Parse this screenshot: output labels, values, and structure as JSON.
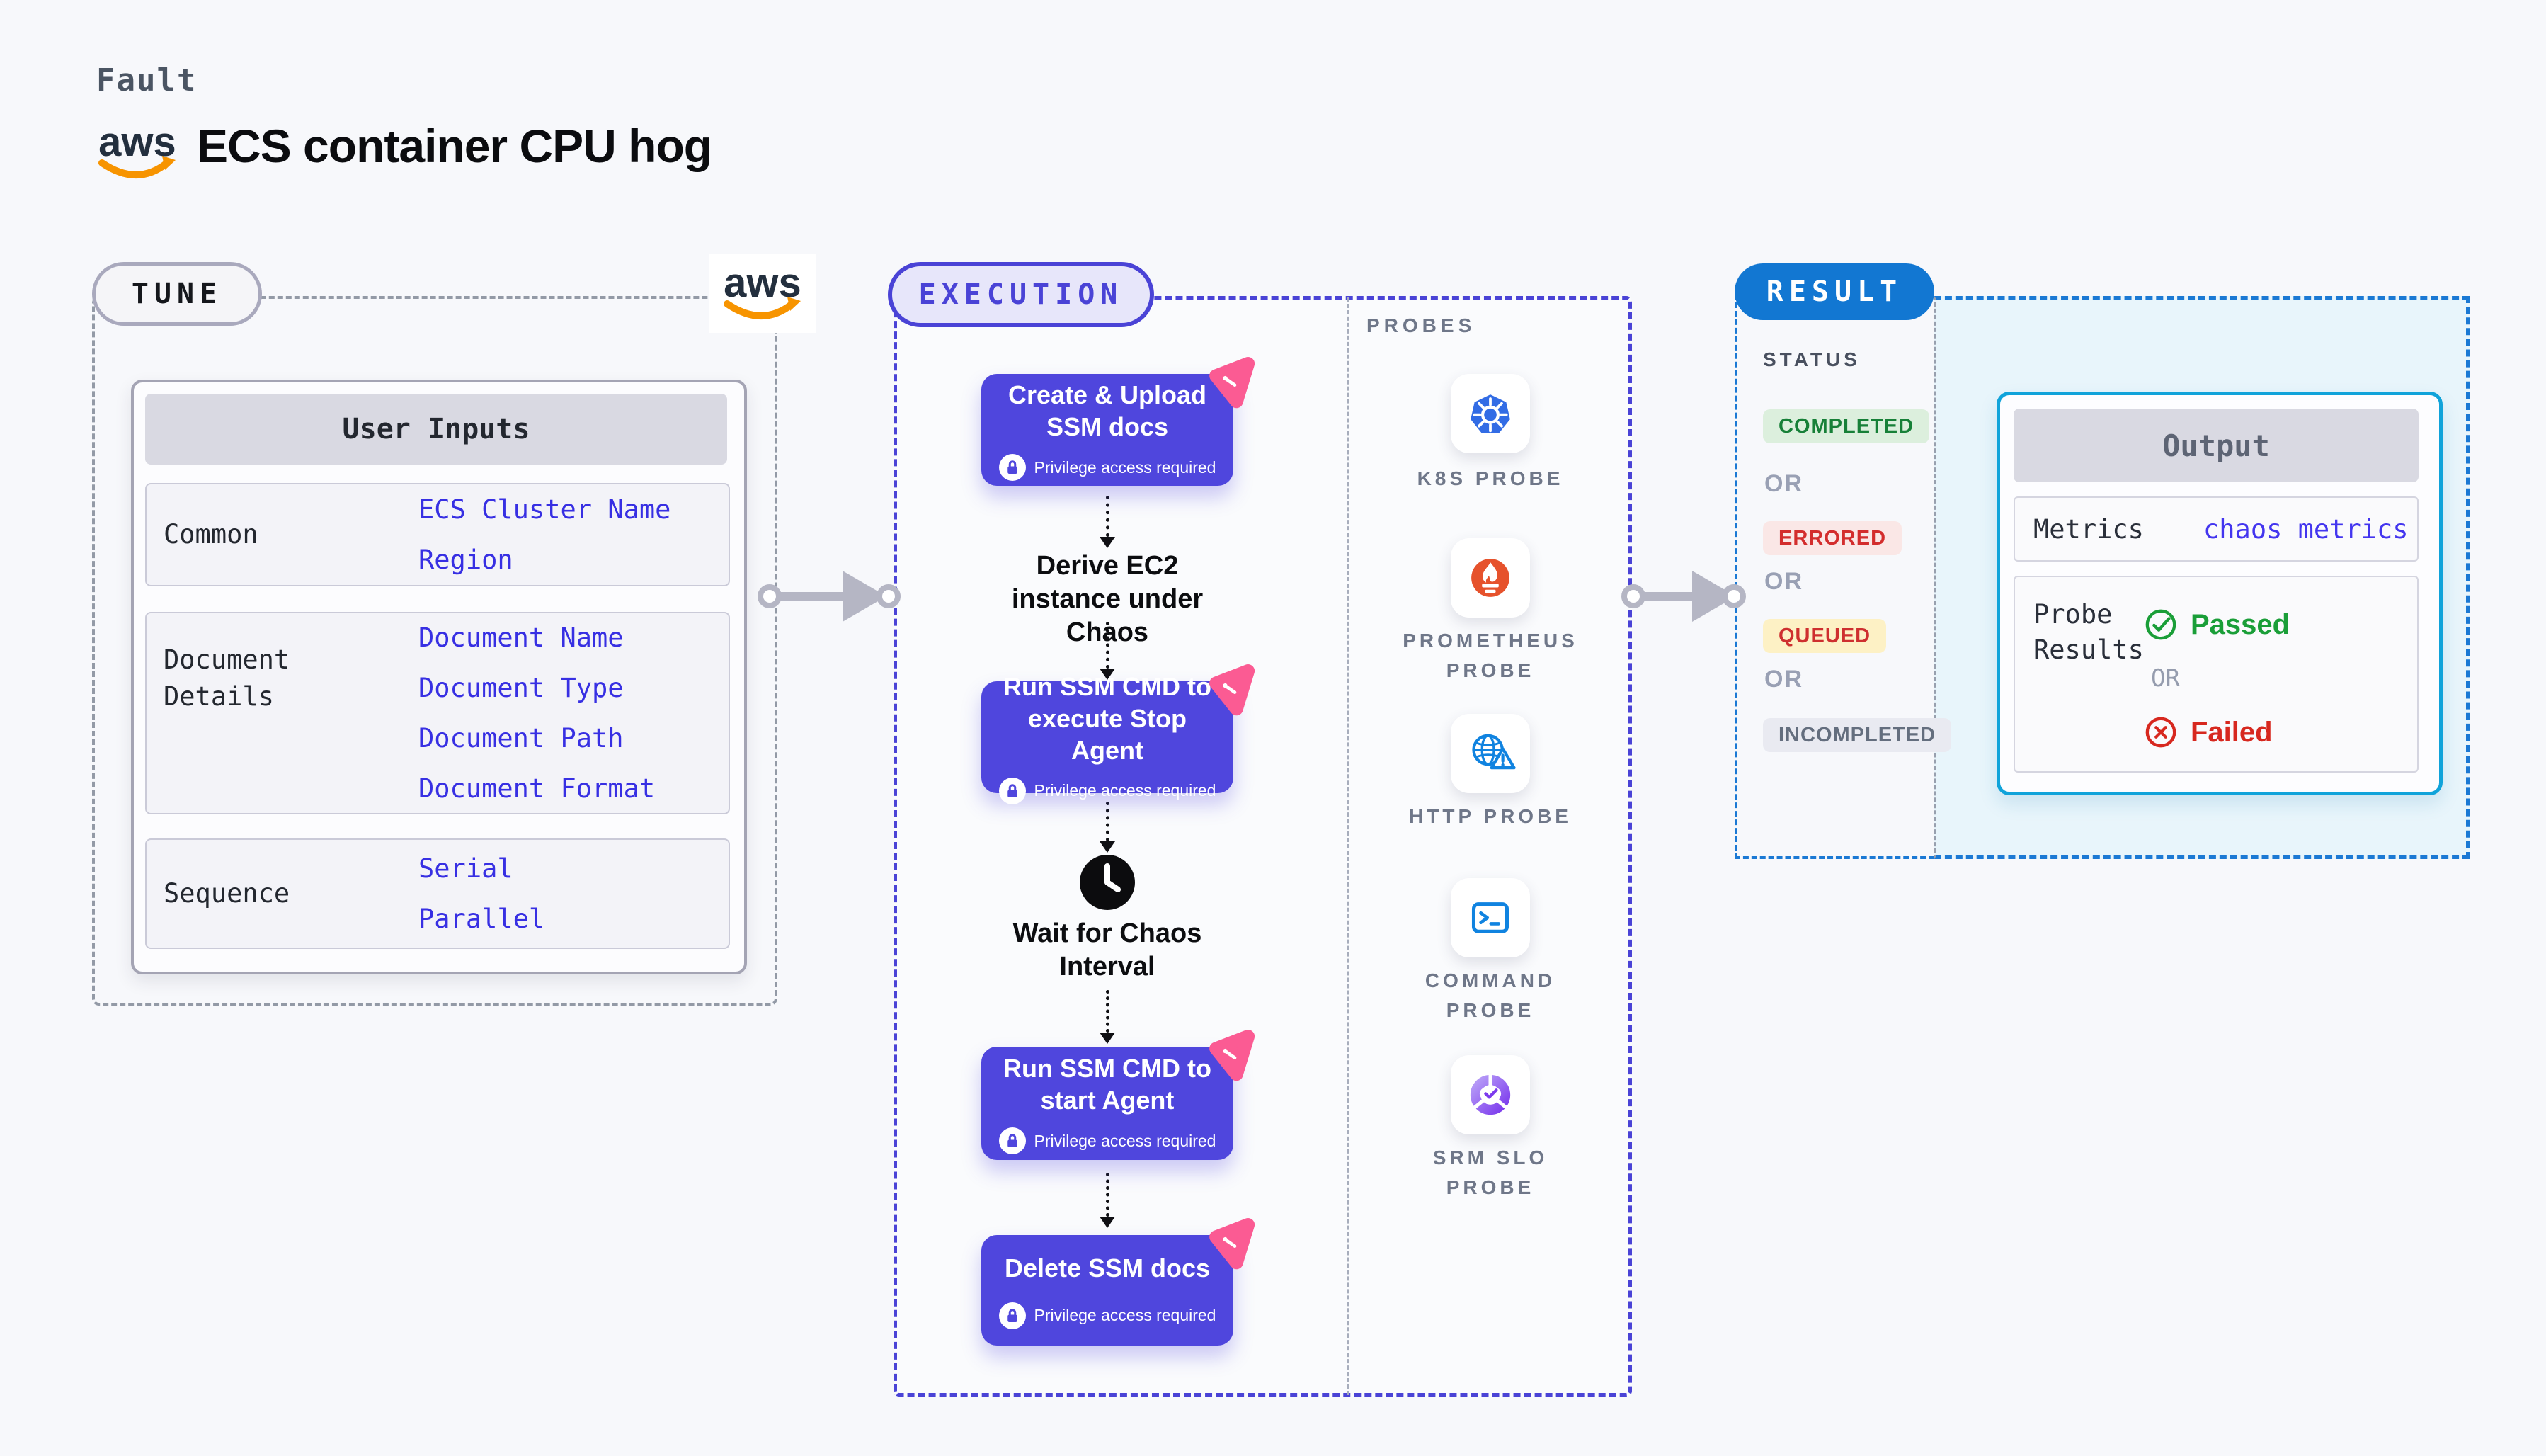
{
  "header": {
    "kicker": "Fault",
    "title": "ECS container CPU hog",
    "logo": "aws"
  },
  "tune": {
    "label": "TUNE",
    "card": {
      "title": "User Inputs",
      "rows": [
        {
          "label": "Common",
          "values": [
            "ECS Cluster Name",
            "Region"
          ]
        },
        {
          "label": "Document Details",
          "values": [
            "Document Name",
            "Document Type",
            "Document Path",
            "Document Format"
          ]
        },
        {
          "label": "Sequence",
          "values": [
            "Serial",
            "Parallel"
          ]
        }
      ]
    }
  },
  "execution": {
    "label": "EXECUTION",
    "privilege_label": "Privilege access required",
    "steps": [
      {
        "type": "action",
        "title": "Create & Upload SSM docs"
      },
      {
        "type": "text",
        "title": "Derive EC2 instance under Chaos"
      },
      {
        "type": "action",
        "title": "Run SSM CMD to execute Stop Agent"
      },
      {
        "type": "wait",
        "title": "Wait for Chaos Interval"
      },
      {
        "type": "action",
        "title": "Run SSM CMD to start Agent"
      },
      {
        "type": "action",
        "title": "Delete SSM docs"
      }
    ],
    "probes": {
      "label": "PROBES",
      "items": [
        {
          "label": "K8S PROBE",
          "icon": "kubernetes-icon"
        },
        {
          "label": "PROMETHEUS PROBE",
          "icon": "prometheus-icon"
        },
        {
          "label": "HTTP PROBE",
          "icon": "globe-warning-icon"
        },
        {
          "label": "COMMAND PROBE",
          "icon": "terminal-icon"
        },
        {
          "label": "SRM SLO PROBE",
          "icon": "slo-donut-icon"
        }
      ]
    }
  },
  "result": {
    "label": "RESULT",
    "status": {
      "label": "STATUS",
      "or_label": "OR",
      "badges": [
        {
          "label": "COMPLETED",
          "color": "#178038",
          "bg": "#dcefdd"
        },
        {
          "label": "ERRORED",
          "color": "#d32d2d",
          "bg": "#fae7e6"
        },
        {
          "label": "QUEUED",
          "color": "#ce2f2f",
          "bg": "#fdf1c5"
        },
        {
          "label": "INCOMPLETED",
          "color": "#646e7e",
          "bg": "#e9eaf1"
        }
      ]
    },
    "output": {
      "title": "Output",
      "metrics_label": "Metrics",
      "metrics_value": "chaos metrics",
      "probe_label": "Probe Results",
      "passed_label": "Passed",
      "or_label": "OR",
      "failed_label": "Failed"
    }
  },
  "colors": {
    "page_bg": "#f7f8fb",
    "indigo_accent": "#4a43d6",
    "step_box": "#4f46dd",
    "lavender_panel": "#e4e3f8",
    "chaos_pink": "#fb5b93",
    "result_blue": "#1277d2",
    "cyan_border": "#10a3da",
    "cyan_bg": "#e8f5fb",
    "value_blue": "#372fe3",
    "passed_green": "#1a9e38",
    "failed_red": "#d7281f",
    "aws_orange": "#f79400",
    "kubernetes_blue": "#326ce5",
    "prometheus_orange": "#e6522c"
  }
}
